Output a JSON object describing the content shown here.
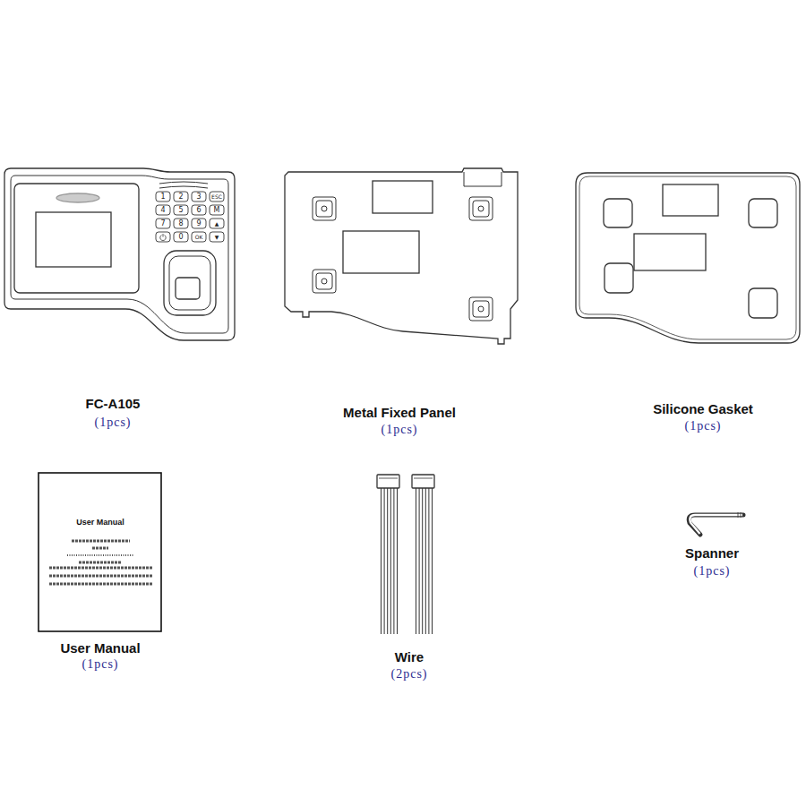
{
  "diagram": {
    "labels": [
      "1",
      "2",
      "3",
      "ESC",
      "4",
      "5",
      "6",
      "M",
      "7",
      "8",
      "9",
      "▲",
      "0",
      "OK",
      "▼",
      "FC-A105",
      "(1pcs)",
      "Metal Fixed Panel",
      "(1pcs)",
      "Silicone Gasket",
      "(1pcs)",
      "User Manual",
      "User Manual",
      "(1pcs)",
      "Wire",
      "(2pcs)",
      "Spanner",
      "(1pcs)"
    ]
  }
}
